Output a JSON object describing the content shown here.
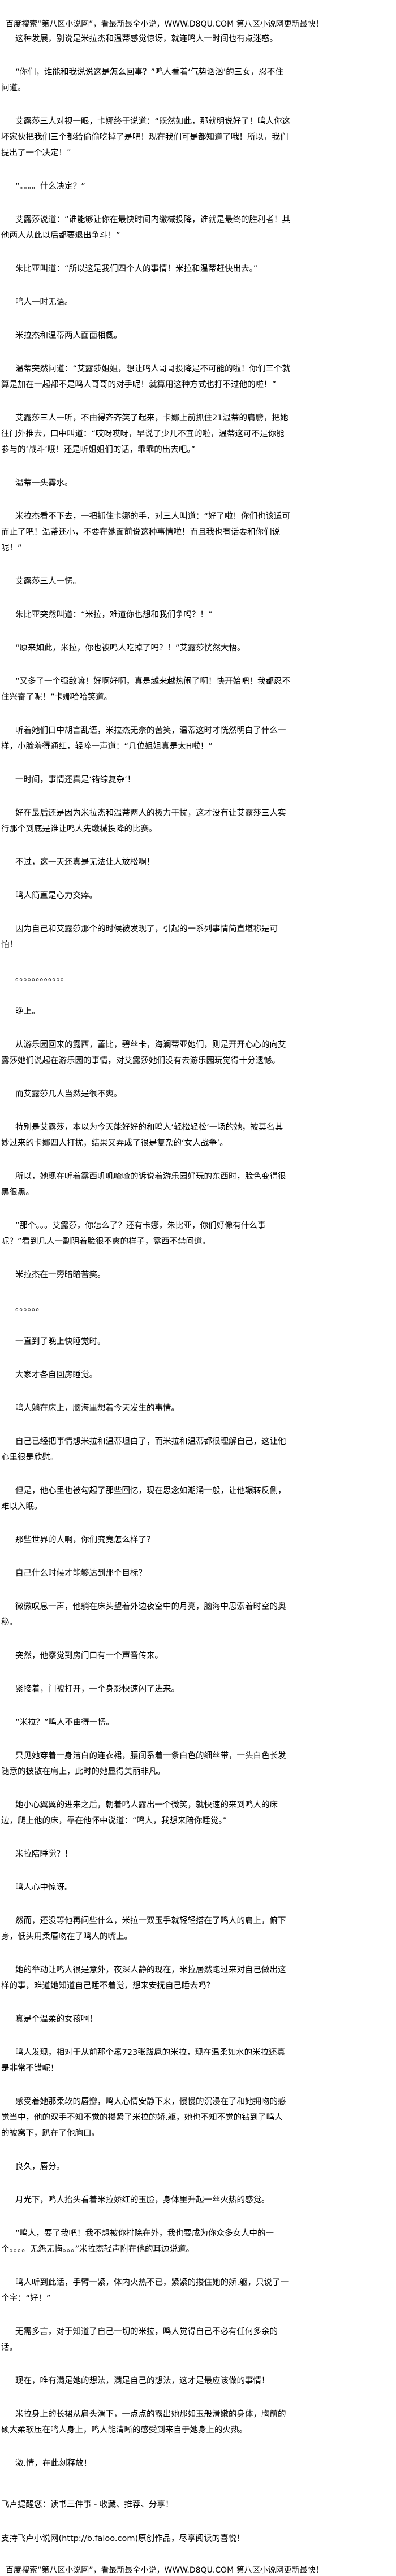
{
  "site_banner": "百度搜索“第八区小说网”，看最新最全小说，WWW.D8QU.COM   第八区小说网更新最快！",
  "paragraphs": [
    "这种发展，别说是米拉杰和温蒂感觉惊讶，就连鸣人一时间也有点迷惑。",
    "“你们，谁能和我说说这是怎么回事？”鸣人看着‘气势汹汹’的三女，忍不住问道。",
    "艾露莎三人对视一眼，卡娜终于说道：“既然如此，那就明说好了！鸣人你这坏家伙把我们三个都给偷偷吃掉了是吧！现在我们可是都知道了哦！所以，我们提出了一个决定！”",
    "“。。。。什么决定？”",
    "艾露莎说道：“谁能够让你在最快时间内缴械投降，谁就是最终的胜利者！其他两人从此以后都要退出争斗！”",
    "朱比亚叫道：“所以这是我们四个人的事情！米拉和温蒂赶快出去。”",
    "鸣人一时无语。",
    "米拉杰和温蒂两人面面相觑。",
    "温蒂突然问道：“艾露莎姐姐，想让鸣人哥哥投降是不可能的啦！你们三个就算是加在一起都不是鸣人哥哥的对手呢！就算用这种方式也打不过他的啦！”",
    "艾露莎三人一听，不由得齐齐笑了起来，卡娜上前抓住21温蒂的肩膀，把她往门外推去，口中叫道：“哎呀哎呀，早说了少儿不宜的啦，温蒂这可不是你能参与的‘战斗’哦！还是听姐姐们的话，乖乖的出去吧。”",
    "温蒂一头雾水。",
    "米拉杰看不下去，一把抓住卡娜的手，对三人叫道：“好了啦！你们也该适可而止了吧！温蒂还小，不要在她面前说这种事情啦！而且我也有话要和你们说呢！”",
    "艾露莎三人一愣。",
    "朱比亚突然叫道：“米拉，难道你也想和我们争吗？！”",
    "“原来如此，米拉，你也被鸣人吃掉了吗？！”艾露莎恍然大悟。",
    "“又多了一个强敌嘛！好啊好啊，真是越来越热闹了啊！快开始吧！我都忍不住兴奋了呢！”卡娜哈哈笑道。",
    "听着她们口中胡言乱语，米拉杰无奈的苦笑，温蒂这时才恍然明白了什么一样，小脸羞得通红，轻啐一声道：“几位姐姐真是太H啦！”",
    "一时间，事情还真是‘错综复杂’！",
    "好在最后还是因为米拉杰和温蒂两人的极力干扰，这才没有让艾露莎三人实行那个到底是谁让鸣人先缴械投降的比赛。",
    "不过，这一天还真是无法让人放松啊！",
    "鸣人简直是心力交瘁。",
    "因为自己和艾露莎那个的时候被发现了，引起的一系列事情简直堪称是可怕！",
    "。。。。。。。。。。。。",
    "晚上。",
    "从游乐园回来的露西，蕾比，碧丝卡，海澜蒂亚她们，则是开开心心的向艾露莎她们说起在游乐园的事情，对艾露莎她们没有去游乐园玩觉得十分遗憾。",
    "而艾露莎几人当然是很不爽。",
    "特别是艾露莎，本以为今天能好好的和鸣人‘轻松轻松’一场的她，被莫名其妙过来的卡娜四人打扰，结果又弄成了很是复杂的‘女人战争’。",
    "所以，她现在听着露西叽叽喳喳的诉说着游乐园好玩的东西时，脸色变得很黑很黑。",
    "“那个。。。艾露莎，你怎么了？还有卡娜，朱比亚，你们好像有什么事呢？”看到几人一副阴着脸很不爽的样子，露西不禁问道。",
    "米拉杰在一旁暗暗苦笑。",
    "。。。。。。",
    "一直到了晚上快睡觉时。",
    "大家才各自回房睡觉。",
    "鸣人躺在床上，脑海里想着今天发生的事情。",
    "自己已经把事情想米拉和温蒂坦白了，而米拉和温蒂都很理解自己，这让他心里很是欣慰。",
    "但是，他心里也被勾起了那些回忆，现在思念如潮涌一般，让他辗转反侧，难以入眠。",
    "那些世界的人啊，你们究竟怎么样了？",
    "自己什么时候才能够达到那个目标？",
    "微微叹息一声，他躺在床头望着外边夜空中的月亮，脑海中思索着时空的奥秘。",
    "突然，他察觉到房门口有一个声音传来。",
    "紧接着，门被打开，一个身影快速闪了进来。",
    "“米拉？”鸣人不由得一愣。",
    "只见她穿着一身洁白的连衣裙，腰间系着一条白色的细丝带，一头白色长发随意的披散在肩上，此时的她显得美丽非凡。",
    "她小心翼翼的进来之后，朝着鸣人露出一个微笑，就快速的来到鸣人的床边，爬上他的床，靠在他怀中说道：“鸣人，我想来陪你睡觉。”",
    "米拉陪睡觉？！",
    "鸣人心中惊讶。",
    "然而，还没等他再问些什么，米拉一双玉手就轻轻搭在了鸣人的肩上，俯下身，低头用柔唇吻在了鸣人的嘴上。",
    "她的举动让鸣人很是意外，夜深人静的现在，米拉居然跑过来对自己做出这样的事，难道她知道自己睡不着觉，想来安抚自己睡去吗？",
    "真是个温柔的女孩啊！",
    "鸣人发现，相对于从前那个嚣723张跋扈的米拉，现在温柔如水的米拉还真是非常不错呢！",
    "感受着她那柔软的唇瓣，鸣人心情安静下来，慢慢的沉浸在了和她拥吻的感觉当中，他的双手不知不觉的搂紧了米拉的娇.躯，她也不知不觉的钻到了鸣人的被窝下，趴在了他胸口。",
    "良久，唇分。",
    "月光下，鸣人抬头看着米拉娇红的玉脸，身体里升起一丝火热的感觉。",
    "“鸣人，要了我吧！我不想被你排除在外，我也要成为你众多女人中的一个。。。。无怨无悔。。。”米拉杰轻声附在他的耳边说道。",
    "鸣人听到此话，手臂一紧，体内火热不已，紧紧的搂住她的娇.躯，只说了一个字：“好！”",
    "无需多言，对于知道了自己一切的米拉，鸣人觉得自己不必有任何多余的话。",
    "现在，唯有满足她的想法，满足自己的想法，这才是最应该做的事情！",
    "米拉身上的长裙从肩头滑下，一点点的露出她那如玉般滑嫩的身体，胸前的硕大柔软压在鸣人身上，鸣人能清晰的感受到来自于她身上的火热。",
    "激.情，在此刻释放！"
  ],
  "footer": {
    "reminder": "飞卢提醒您：读书三件事 - 收藏、推荐、分享！",
    "support": "支持飞卢小说网(http://b.faloo.com)原创作品，尽享阅读的喜悦！"
  }
}
